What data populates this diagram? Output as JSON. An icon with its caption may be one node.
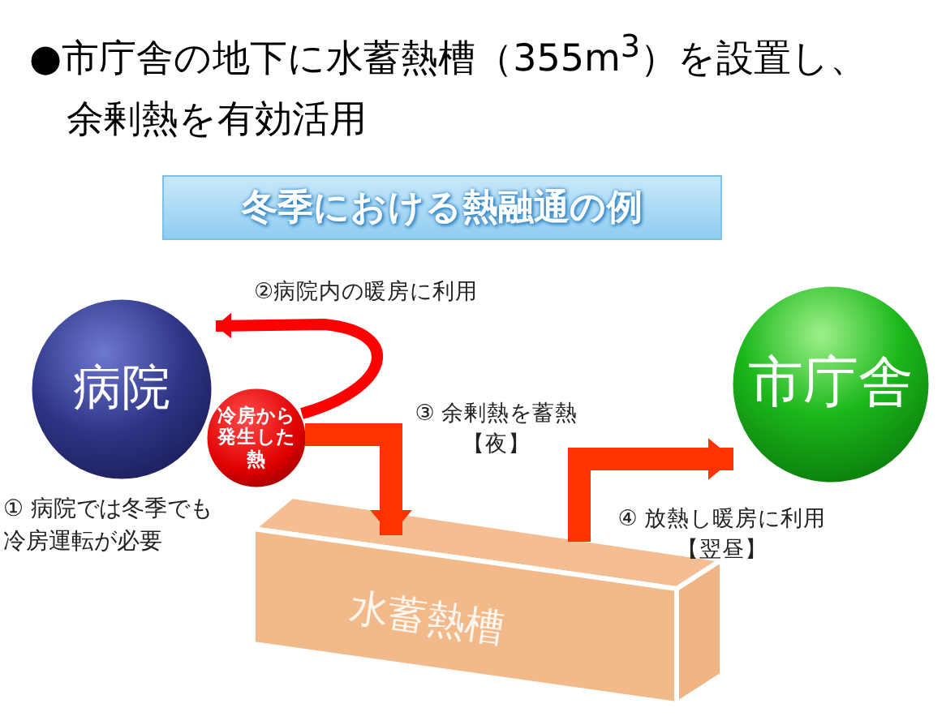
{
  "diagram": {
    "title": "●市庁舎の地下に水蓄熱槽（355m$^{3}$）を設置し、余剰熱を有効活用",
    "nodes": [
      {
        "text": [
          "冬季における熱融通の例"
        ]
      },
      {
        "text": [
          "病院"
        ],
        "beside": [
          "① 病院では冬季でも冷房運転が必要"
        ]
      },
      {
        "text": [
          "冷房から発生した熱"
        ]
      },
      {
        "text": [
          "水蓄熱槽"
        ]
      },
      {
        "text": [
          "市庁舎"
        ]
      }
    ],
    "edges": [
      {
        "from": 2,
        "to": 1,
        "arrow": "to",
        "label": "②病院内の暖房に利用",
        "color": "#ff0000"
      },
      {
        "from": 2,
        "to": 3,
        "arrow": "to",
        "label": "③ 余剰熱を蓄熱【夜】"
      },
      {
        "from": 3,
        "to": 4,
        "arrow": "to",
        "label": "④ 放熱し暖房に利用【翌昼】"
      }
    ]
  }
}
